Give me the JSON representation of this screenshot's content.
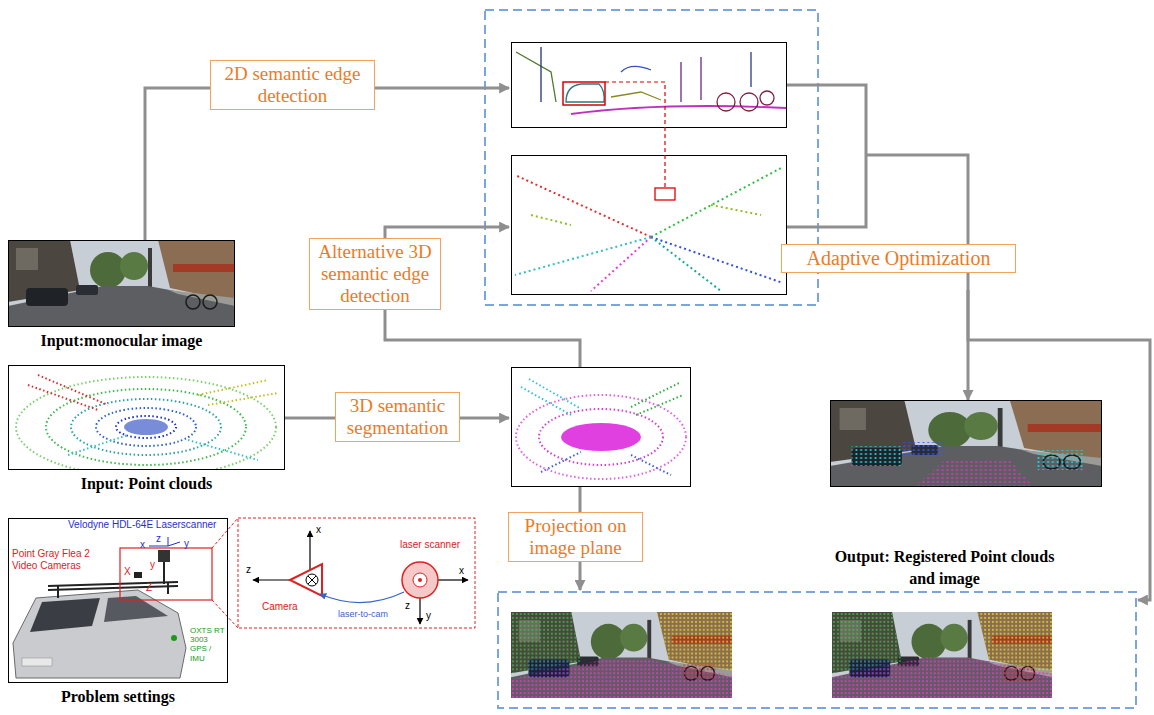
{
  "diagram": {
    "nodes": [
      {
        "text": [
          "2D semantic edge detection"
        ]
      },
      {
        "text": [
          "Alternative 3D semantic edge detection"
        ]
      },
      {
        "text": [
          "Adaptive Optimization"
        ]
      },
      {
        "text": [
          "Input:monocular image"
        ]
      },
      {
        "text": [
          "Input: Point clouds"
        ]
      },
      {
        "text": [
          "3D semantic segmentation"
        ]
      },
      {
        "text": [
          "Projection on image plane"
        ]
      },
      {
        "text": [
          "Output: Registered Point clouds and image"
        ]
      },
      {
        "text": [
          "Problem settings"
        ]
      }
    ],
    "edges": [
      {
        "from": 3,
        "to": 0,
        "arrow": "none"
      },
      {
        "from": 4,
        "to": 5,
        "arrow": "none"
      },
      {
        "from": 2,
        "to": 7,
        "arrow": "to"
      }
    ],
    "labels": [
      "Velodyne HDL-64E Laserscanner",
      "Point Gray Flea 2 Video Cameras",
      "OXTS RT 3003 GPS / IMU",
      "z",
      "x",
      "y",
      "X",
      "Z",
      "y",
      "x",
      "z",
      "Camera",
      "laser scanner",
      "x",
      "y",
      "z",
      "laser-to-cam"
    ]
  }
}
